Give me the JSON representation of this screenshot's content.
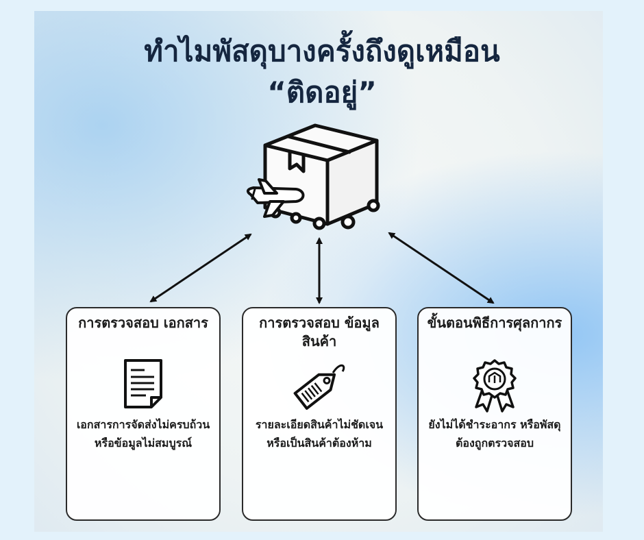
{
  "title": {
    "line1": "ทำไมพัสดุบางครั้งถึงดูเหมือน",
    "line2": "“ติดอยู่”"
  },
  "icons": {
    "center": "package-box-with-airplane-icon"
  },
  "cards": [
    {
      "title": "การตรวจสอบ เอกสาร",
      "icon": "document-icon",
      "description": "เอกสารการจัดส่งไม่ครบถ้วน หรือข้อมูลไม่สมบูรณ์"
    },
    {
      "title": "การตรวจสอบ ข้อมูลสินค้า",
      "icon": "price-tag-icon",
      "description": "รายละเอียดสินค้าไม่ชัดเจน หรือเป็นสินค้าต้องห้าม"
    },
    {
      "title": "ขั้นตอนพิธีการศุลกากร",
      "icon": "customs-seal-badge-icon",
      "description": "ยังไม่ได้ชำระอากร หรือพัสดุต้องถูกตรวจสอบ"
    }
  ]
}
